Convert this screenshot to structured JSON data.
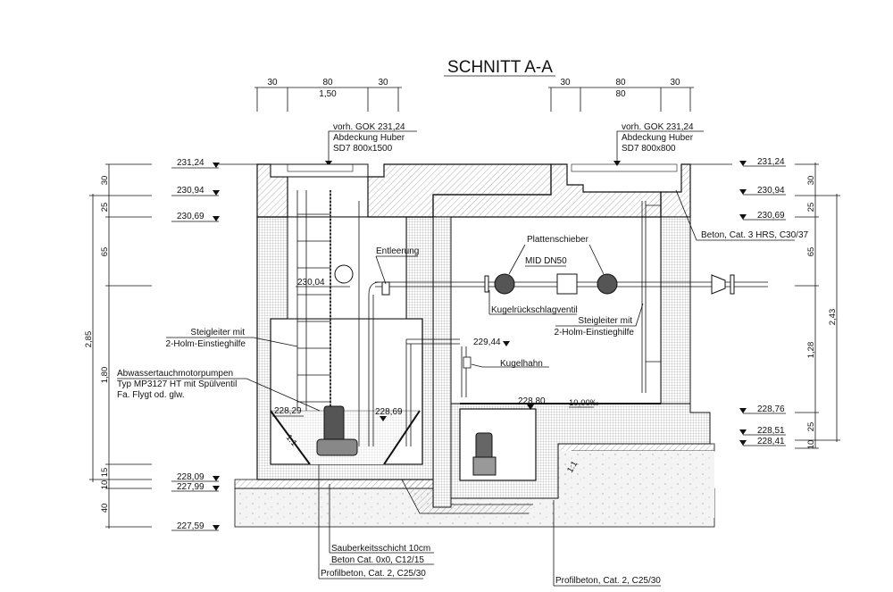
{
  "title": "SCHNITT A-A",
  "top_dims_left": {
    "a": "30",
    "b": "80",
    "c": "30",
    "total": "1,50"
  },
  "top_dims_right": {
    "a": "30",
    "b": "80",
    "c": "30",
    "total": "80"
  },
  "cover_left": {
    "line1": "vorh. GOK 231,24",
    "line2": "Abdeckung Huber",
    "line3": "SD7 800x1500"
  },
  "cover_right": {
    "line1": "vorh. GOK 231,24",
    "line2": "Abdeckung Huber",
    "line3": "SD7 800x800"
  },
  "levels_left": [
    "231,24",
    "230,94",
    "230,69",
    "228,09",
    "227,99",
    "227,59"
  ],
  "levels_right": [
    "231,24",
    "230,94",
    "230,69",
    "228,76",
    "228,51",
    "228,41"
  ],
  "dims_left": [
    "30",
    "25",
    "65",
    "1,80",
    "15",
    "10",
    "40",
    "2,85"
  ],
  "dims_right": [
    "30",
    "25",
    "65",
    "1,28",
    "25",
    "10",
    "2,43"
  ],
  "labels": {
    "entleerung": "Entleerung",
    "level_230_04": "230,04",
    "plattenschieber": "Plattenschieber",
    "mid": "MID DN50",
    "kugelrueck": "Kugelrückschlagventil",
    "steig_r1": "Steigleiter mit",
    "steig_r2": "2-Holm-Einstieghilfe",
    "steig_l1": "Steigleiter mit",
    "steig_l2": "2-Holm-Einstieghilfe",
    "pump1": "Abwassertauchmotorpumpen",
    "pump2": "Typ MP3127 HT mit Spülventil",
    "pump3": "Fa. Flygt od. glw.",
    "level_228_29": "228,29",
    "level_228_69": "228,69",
    "level_229_44": "229,44",
    "kugelhahn": "Kugelhahn",
    "level_228_80": "228,80",
    "slope": "10,00‰",
    "beton_hrs": "Beton, Cat. 3 HRS, C30/37",
    "sauber": "Sauberkeitsschicht 10cm",
    "beton_c12": "Beton Cat. 0x0, C12/15",
    "profil_left": "Profilbeton, Cat. 2, C25/30",
    "profil_right": "Profilbeton, Cat. 2, C25/30",
    "slope_ratio": "1:1"
  }
}
